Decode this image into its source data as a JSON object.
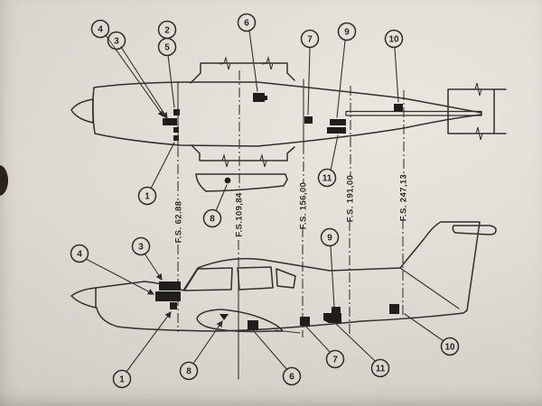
{
  "figure": {
    "kind": "aircraft equipment location diagram",
    "paper_color": "#dedad3",
    "ink_color": "#312f2c"
  },
  "stations": [
    {
      "label": "F.S. 62.88"
    },
    {
      "label": "F.S.109,84"
    },
    {
      "label": "F.S. 156,00"
    },
    {
      "label": "F.S. 191,00"
    },
    {
      "label": "F.S. 247,13"
    }
  ],
  "callouts": {
    "1": "1",
    "2": "2",
    "3": "3",
    "4": "4",
    "5": "5",
    "6": "6",
    "7": "7",
    "8": "8",
    "9": "9",
    "10": "10",
    "11": "11"
  }
}
